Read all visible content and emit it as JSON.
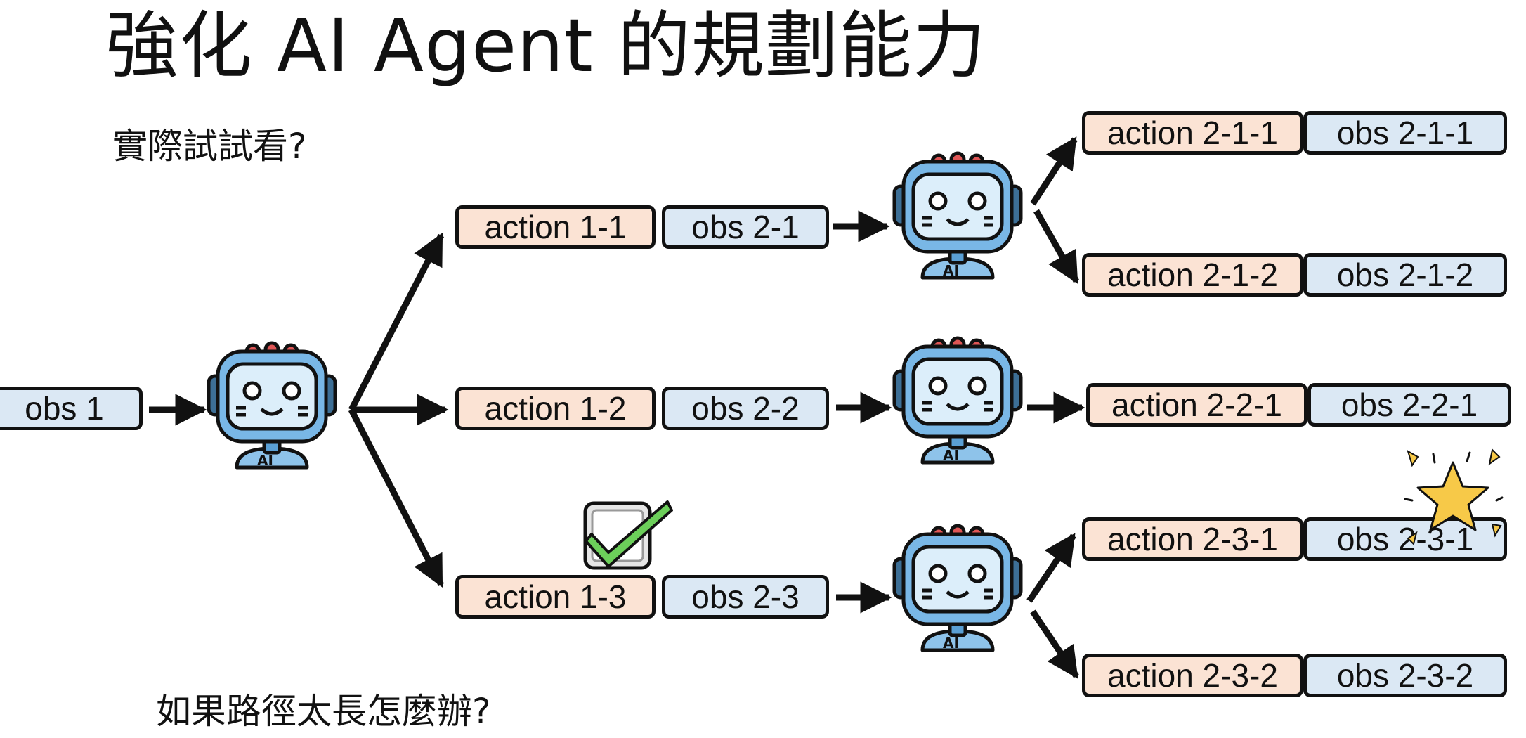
{
  "title": "強化 AI Agent 的規劃能力",
  "subtitle_top": "實際試試看?",
  "subtitle_bottom": "如果路徑太長怎麼辦?",
  "robot_badge": "AI",
  "colors": {
    "action_fill": "#fbe3d4",
    "obs_fill": "#dbe8f4",
    "stroke": "#111111",
    "check": "#6ccf5a",
    "star": "#f7c948"
  },
  "root_obs": "obs 1",
  "level1": [
    {
      "action": "action 1-1",
      "obs": "obs 2-1"
    },
    {
      "action": "action 1-2",
      "obs": "obs 2-2"
    },
    {
      "action": "action 1-3",
      "obs": "obs 2-3",
      "marked": "checkbox-checked"
    }
  ],
  "level2": [
    {
      "action": "action 2-1-1",
      "obs": "obs 2-1-1"
    },
    {
      "action": "action 2-1-2",
      "obs": "obs 2-1-2"
    },
    {
      "action": "action 2-2-1",
      "obs": "obs 2-2-1"
    },
    {
      "action": "action 2-3-1",
      "obs": "obs 2-3-1",
      "marked": "star"
    },
    {
      "action": "action 2-3-2",
      "obs": "obs 2-3-2"
    }
  ],
  "icons": [
    "robot-icon",
    "checkbox-checked-icon",
    "star-icon"
  ]
}
